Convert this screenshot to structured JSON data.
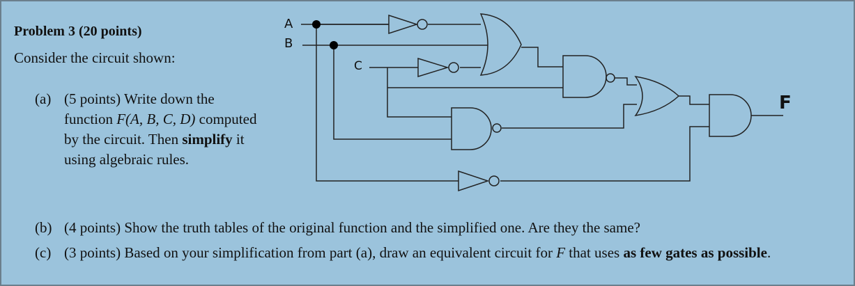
{
  "problem": {
    "title": "Problem 3 (20 points)",
    "intro": "Consider the circuit shown:"
  },
  "parts": {
    "a": {
      "label": "(a)",
      "points": "(5 points) Write down the function ",
      "func": "F(A, B, C, D)",
      "rest1": " computed by the circuit. Then ",
      "bold": "simplify",
      "rest2": " it using algebraic rules."
    },
    "b": {
      "label": "(b)",
      "text": "(4 points) Show the truth tables of the original function and the simplified one. Are they the same?"
    },
    "c": {
      "label": "(c)",
      "text1": "(3 points) Based on your simplification from part (a), draw an equivalent circuit for ",
      "var": "F",
      "text2": " that uses ",
      "bold": "as few gates as possible",
      "end": "."
    }
  },
  "circuit": {
    "input_a": "A",
    "input_b": "B",
    "input_c": "C",
    "output_f": "F",
    "gates": [
      "NOT",
      "NOT",
      "NOT",
      "OR",
      "NAND",
      "NAND",
      "OR",
      "AND"
    ]
  }
}
